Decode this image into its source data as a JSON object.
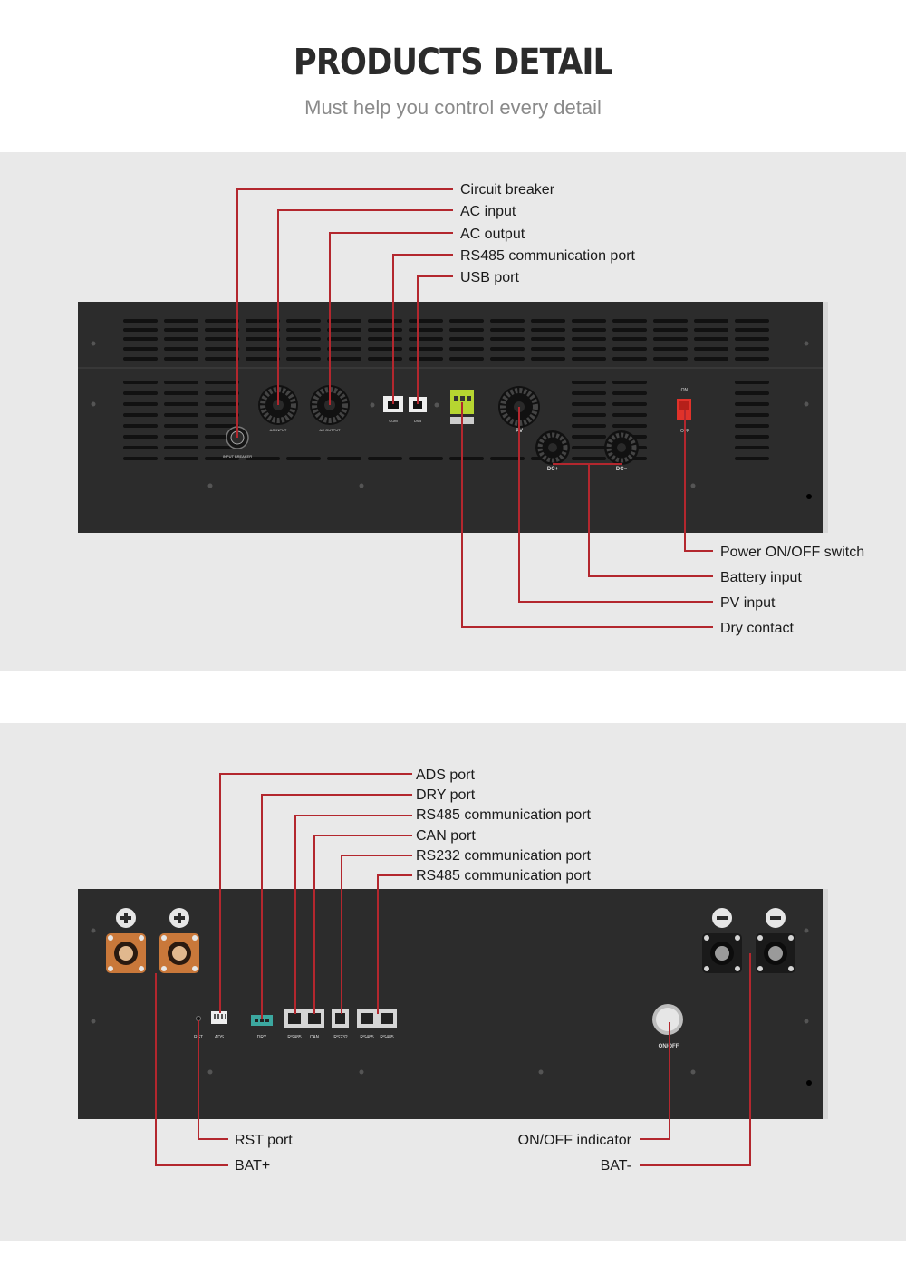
{
  "header": {
    "title": "PRODUCTS DETAIL",
    "subtitle": "Must help you control every detail"
  },
  "inverter": {
    "callouts_top": [
      "Circuit breaker",
      "AC input",
      "AC output",
      "RS485 communication port",
      "USB port"
    ],
    "callouts_bottom": [
      "Power ON/OFF switch",
      "Battery input",
      "PV input",
      "Dry contact"
    ],
    "panel_text": {
      "input_breaker": "INPUT BREAKER",
      "ac_input": "AC INPUT",
      "ac_output": "AC OUTPUT",
      "com": "COM",
      "usb": "USB",
      "pv": "PV",
      "dc_plus": "DC+",
      "dc_minus": "DC−",
      "on": "I ON",
      "off": "OFF"
    }
  },
  "battery": {
    "callouts_top": [
      "ADS port",
      "DRY port",
      "RS485 communication port",
      "CAN port",
      "RS232 communication port",
      "RS485 communication port"
    ],
    "callouts_bottom_left": [
      "RST port",
      "BAT+"
    ],
    "callouts_bottom_right": [
      "ON/OFF indicator",
      "BAT-"
    ],
    "panel_text": {
      "rst": "RST",
      "ads": "ADS",
      "dry": "DRY",
      "rs485_a": "RS485",
      "can": "CAN",
      "rs232": "RS232",
      "rs485_b": "RS485",
      "rs485_c": "RS485",
      "onoff": "ON/OFF"
    }
  },
  "colors": {
    "leader_line": "#b3272e",
    "device_body": "#2c2c2c",
    "panel_bg": "#e9e9e9",
    "terminal_orange": "#c9783a",
    "dry_contact_green": "#b6d531",
    "switch_red": "#e0322a"
  }
}
